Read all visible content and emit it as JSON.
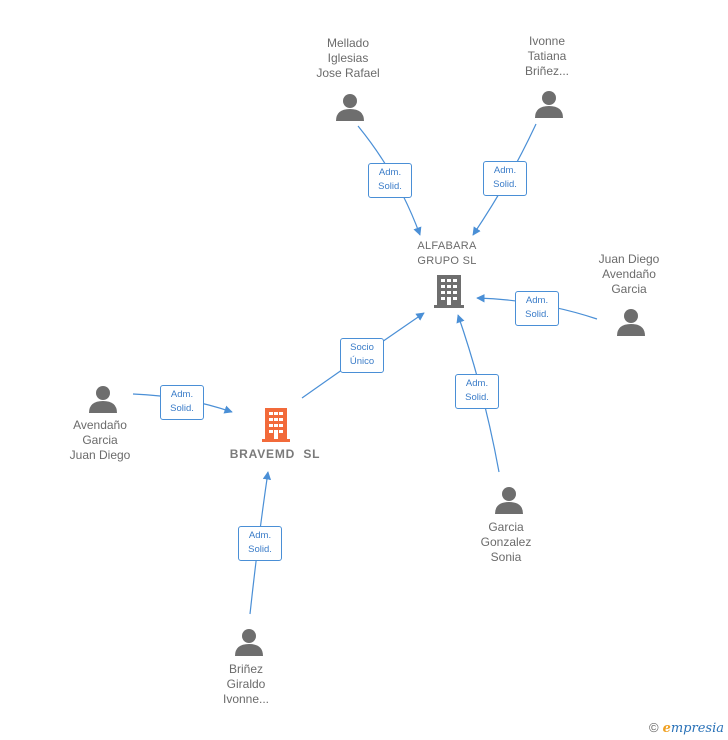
{
  "companies": {
    "alfabara": {
      "name_line1": "ALFABARA",
      "name_line2": "GRUPO SL"
    },
    "bravemd": {
      "name": "BRAVEMD  SL"
    }
  },
  "persons": {
    "mellado": {
      "lines": [
        "Mellado",
        "Iglesias",
        "Jose Rafael"
      ]
    },
    "ivonne_top": {
      "lines": [
        "Ivonne",
        "Tatiana",
        "Briñez..."
      ]
    },
    "juan_diego_right": {
      "lines": [
        "Juan Diego",
        "Avendaño",
        "Garcia"
      ]
    },
    "garcia_sonia": {
      "lines": [
        "Garcia",
        "Gonzalez",
        "Sonia"
      ]
    },
    "avendano_left": {
      "lines": [
        "Avendaño",
        "Garcia",
        "Juan Diego"
      ]
    },
    "brinez_bottom": {
      "lines": [
        "Briñez",
        "Giraldo",
        "Ivonne..."
      ]
    }
  },
  "edges": {
    "mellado_alfabara": {
      "line1": "Adm.",
      "line2": "Solid."
    },
    "ivonne_alfabara": {
      "line1": "Adm.",
      "line2": "Solid."
    },
    "juandiego_alfabara": {
      "line1": "Adm.",
      "line2": "Solid."
    },
    "garcia_alfabara": {
      "line1": "Adm.",
      "line2": "Solid."
    },
    "bravemd_alfabara": {
      "line1": "Socio",
      "line2": "Único"
    },
    "avendano_bravemd": {
      "line1": "Adm.",
      "line2": "Solid."
    },
    "brinez_bravemd": {
      "line1": "Adm.",
      "line2": "Solid."
    }
  },
  "colors": {
    "edge": "#4a8fd6",
    "person_icon": "#6e6e6e",
    "company_gray": "#6e6e6e",
    "company_highlight": "#f26a3a"
  },
  "footer": {
    "copyright": "©",
    "brand_initial": "e",
    "brand_rest": "mpresia"
  }
}
